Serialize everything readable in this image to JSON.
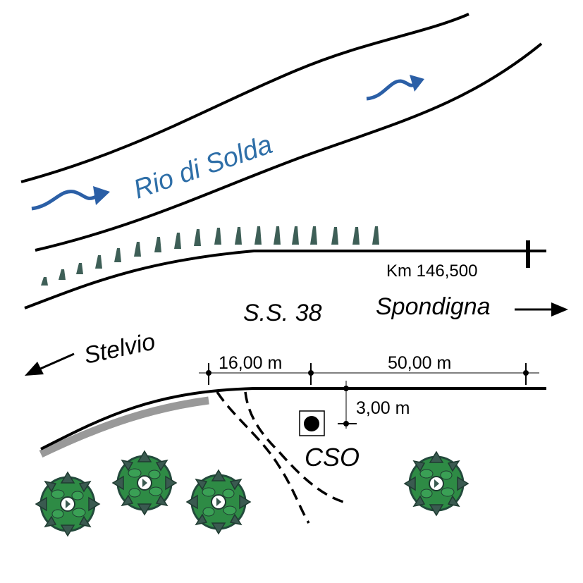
{
  "labels": {
    "river": "Rio di Solda",
    "km_marker": "Km 146,500",
    "road": "S.S. 38",
    "direction_east": "Spondigna",
    "direction_west": "Stelvio",
    "dist_a": "16,00 m",
    "dist_b": "50,00 m",
    "dist_c": "3,00 m",
    "station": "CSO"
  },
  "colors": {
    "line": "#000000",
    "river_text": "#2f6fa8",
    "flow_arrow": "#2b5fa6",
    "embankment": "#3e5f57",
    "guardrail": "#999999",
    "tree_leaf": "#2e8b45",
    "tree_leaf_dark": "#3a5a50",
    "tree_outline": "#234a3c"
  },
  "icons": {
    "flow": "curved-arrow-icon",
    "direction": "arrow-icon",
    "station": "station-marker-icon",
    "tree": "tree-icon"
  }
}
